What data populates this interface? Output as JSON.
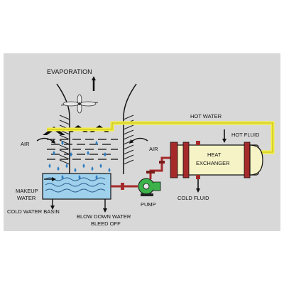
{
  "diagram": {
    "labels": {
      "evaporation": "EVAPORATION",
      "hot_water": "HOT WATER",
      "hot_fluid": "HOT FLUID",
      "air_left": "AIR",
      "air_right": "AIR",
      "heat_exchanger_line1": "HEAT",
      "heat_exchanger_line2": "EXCHANGER",
      "makeup_line1": "MAKEUP",
      "makeup_line2": "WATER",
      "pump": "PUMP",
      "cold_fluid": "COLD FLUID",
      "cold_water_basin": "COLD WATER BASIN",
      "blowdown_line1": "BLOW DOWN WATER",
      "blowdown_line2": "BLEED OFF"
    },
    "colors": {
      "background_panel": "#d8d8d8",
      "hot_water_pipe": "#f5ef3c",
      "pipe_red": "#a52a2a",
      "exchanger_body": "#f6f3c6",
      "basin_water": "#9fd0ec",
      "droplet": "#2e7ec4",
      "pump_green": "#3bb34a"
    },
    "icons": [
      "fan-icon",
      "arrow-icon",
      "water-drop-icon",
      "pump-icon"
    ]
  }
}
